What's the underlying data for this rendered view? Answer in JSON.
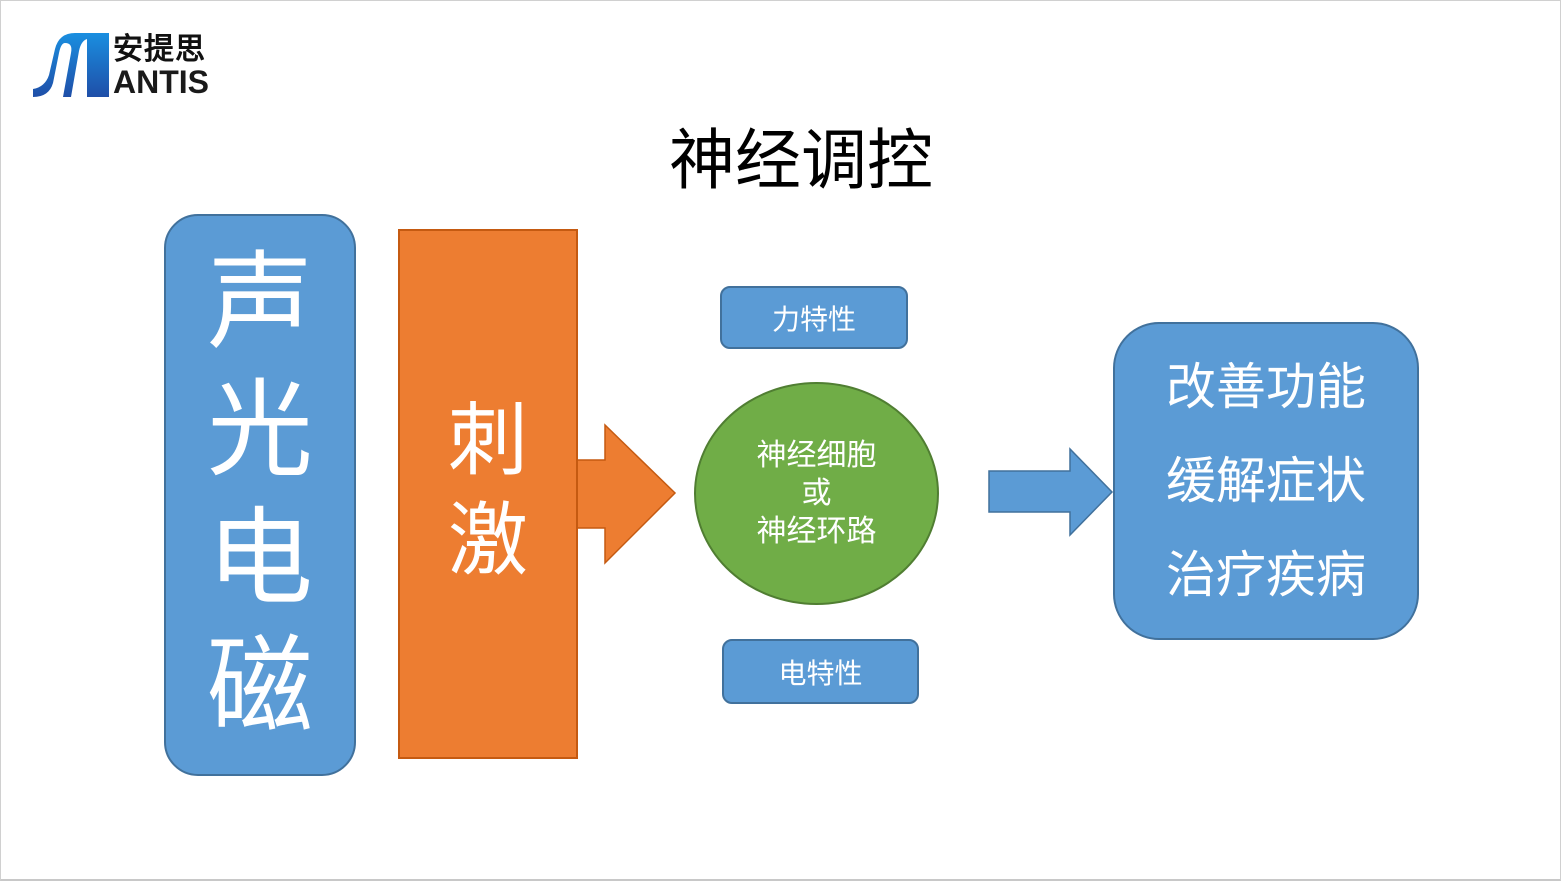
{
  "logo": {
    "brand_cn": "安提思",
    "brand_en": "ANTIS",
    "icon": "antis-logo-mark-icon",
    "colors": {
      "mark_top": "#1a8fe0",
      "mark_bottom": "#1f4fa8"
    }
  },
  "title": "神经调控",
  "source": {
    "chars": [
      "声",
      "光",
      "电",
      "磁"
    ]
  },
  "stimulus": {
    "chars": [
      "刺",
      "激"
    ]
  },
  "properties": {
    "mechanical": "力特性",
    "electrical": "电特性"
  },
  "target": {
    "line1": "神经细胞",
    "line2": "或",
    "line3": "神经环路"
  },
  "outcomes": [
    "改善功能",
    "缓解症状",
    "治疗疾病"
  ],
  "colors": {
    "blue": "#5b9bd5",
    "blue_border": "#41719c",
    "orange": "#ed7d31",
    "orange_border": "#c55a11",
    "green": "#70ad47",
    "green_border": "#507e32"
  }
}
